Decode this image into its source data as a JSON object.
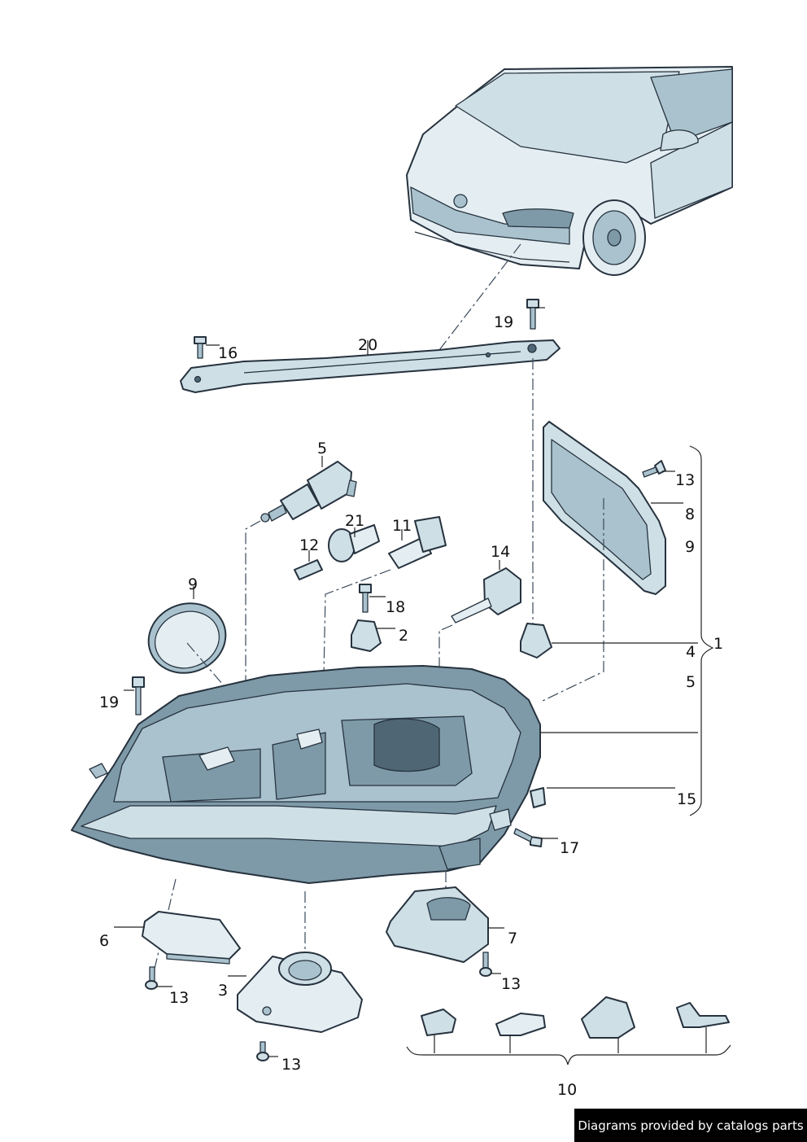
{
  "labels": {
    "l1": "1",
    "l2": "2",
    "l3": "3",
    "l4": "4",
    "l5_top": "5",
    "l5_side": "5",
    "l6": "6",
    "l7": "7",
    "l8": "8",
    "l9_side": "9",
    "l9_ring": "9",
    "l10": "10",
    "l11": "11",
    "l12": "12",
    "l13_a": "13",
    "l13_b": "13",
    "l13_c": "13",
    "l13_d": "13",
    "l14": "14",
    "l15": "15",
    "l16": "16",
    "l17": "17",
    "l18": "18",
    "l19_a": "19",
    "l19_b": "19",
    "l20": "20",
    "l21": "21"
  },
  "credit": "Diagrams provided by catalogs parts",
  "colors": {
    "part_fill_light": "#cfdfe6",
    "part_fill_mid": "#a9c2cd",
    "part_fill_dark": "#7e9aa8",
    "outline": "#26323e",
    "credit_bg": "#000000"
  }
}
